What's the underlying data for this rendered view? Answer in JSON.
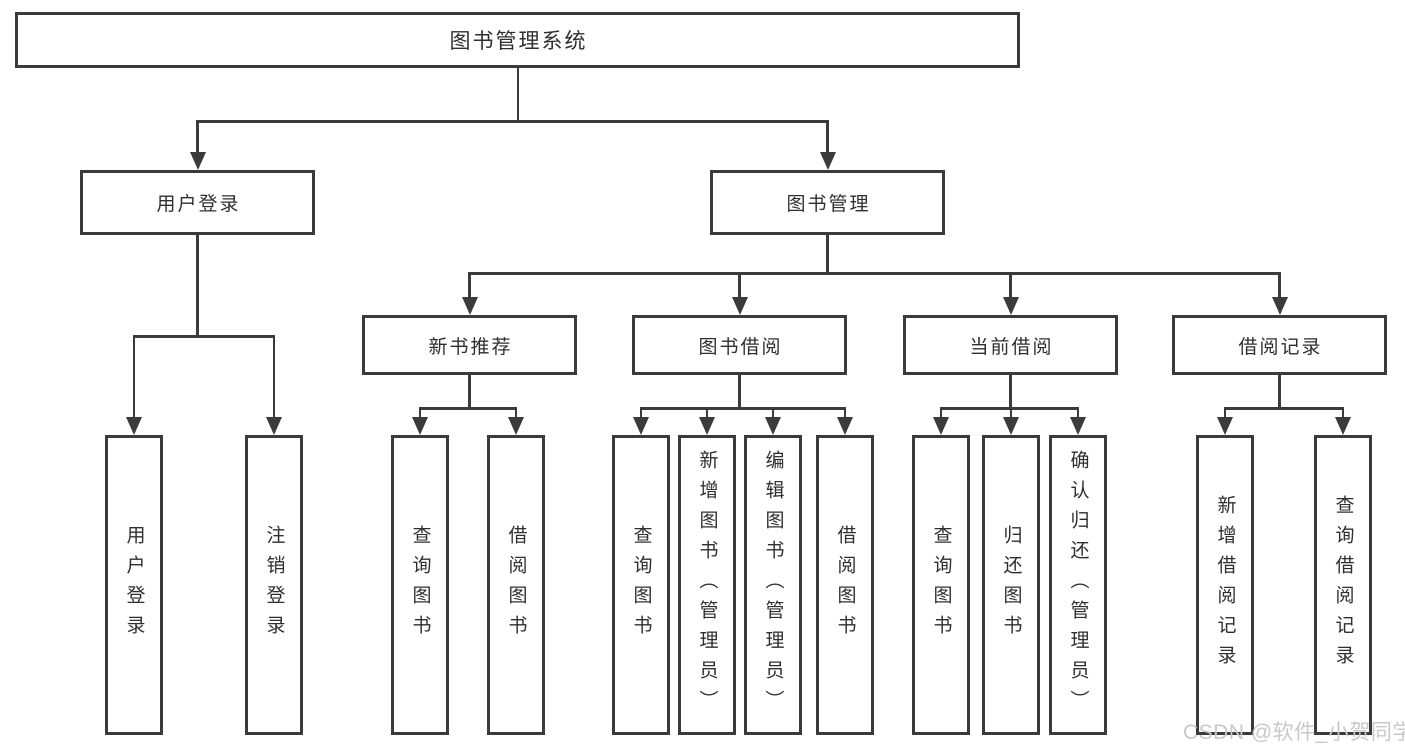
{
  "diagram_title": "图书管理系统",
  "nodes": {
    "root": "图书管理系统",
    "user_login": "用户登录",
    "book_mgmt": "图书管理",
    "new_book": "新书推荐",
    "book_borrow": "图书借阅",
    "current_borrow": "当前借阅",
    "borrow_records": "借阅记录",
    "leaf_user_login": "用户登录",
    "leaf_logout": "注销登录",
    "leaf_nb_query": "查询图书",
    "leaf_nb_borrow": "借阅图书",
    "leaf_bw_query": "查询图书",
    "leaf_bw_add": "新增图书（管理员）",
    "leaf_bw_edit": "编辑图书（管理员）",
    "leaf_bw_borrow": "借阅图书",
    "leaf_cb_query": "查询图书",
    "leaf_cb_return": "归还图书",
    "leaf_cb_confirm": "确认归还（管理员）",
    "leaf_rec_add": "新增借阅记录",
    "leaf_rec_query": "查询借阅记录"
  },
  "watermark": "CSDN @软件_小贺同学",
  "colors": {
    "line": "#3b3b3b",
    "text": "#2f2f2f",
    "watermark": "#c9c9c9"
  }
}
